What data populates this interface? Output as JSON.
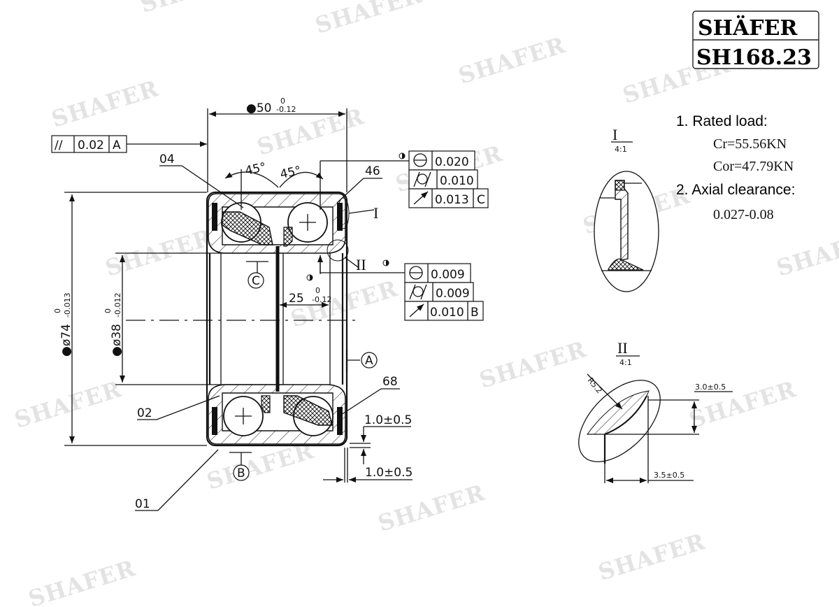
{
  "title_block": {
    "brand": "SHÄFER",
    "part_number": "SH168.23"
  },
  "specs": {
    "rated_load_heading": "1. Rated load:",
    "cr": "Cr=55.56KN",
    "cor": "Cor=47.79KN",
    "axial_heading": "2. Axial clearance:",
    "axial_value": "0.027-0.08"
  },
  "dimensions": {
    "width_main": "●50",
    "width_upper_tol": "0",
    "width_lower_tol": "-0.12",
    "outer_dia": "●ø74",
    "outer_upper_tol": "0",
    "outer_lower_tol": "-0.013",
    "inner_dia": "●ø38",
    "inner_upper_tol": "0",
    "inner_lower_tol": "-0.012",
    "inner_ring_width": "25",
    "inner_ring_upper_tol": "0",
    "inner_ring_lower_tol": "-0.12",
    "angle_left": "45°",
    "angle_right": "45°",
    "seal_offset_1": "1.0±0.5",
    "seal_offset_2": "1.0±0.5"
  },
  "parallelism_frame": {
    "symbol": "//",
    "value": "0.02",
    "datum": "A"
  },
  "tolerance_frame_outer": {
    "rows": [
      {
        "symbol": "roundness",
        "value": "0.020",
        "datum": ""
      },
      {
        "symbol": "cylindricity",
        "value": "0.010",
        "datum": ""
      },
      {
        "symbol": "runout",
        "value": "0.013",
        "datum": "C"
      }
    ]
  },
  "tolerance_frame_inner": {
    "rows": [
      {
        "symbol": "roundness",
        "value": "0.009",
        "datum": ""
      },
      {
        "symbol": "cylindricity",
        "value": "0.009",
        "datum": ""
      },
      {
        "symbol": "runout",
        "value": "0.010",
        "datum": "B"
      }
    ]
  },
  "part_labels": {
    "p04": "04",
    "p46": "46",
    "p02": "02",
    "p68": "68",
    "p01": "01"
  },
  "datums": {
    "a": "A",
    "b": "B",
    "c": "C"
  },
  "detail_refs": {
    "detail_1": "I",
    "detail_2": "II"
  },
  "detail_views": {
    "detail_1": {
      "label": "I",
      "scale": "4:1"
    },
    "detail_2": {
      "label": "II",
      "scale": "4:1",
      "radius": "R5.2",
      "height_dim": "3.0±0.5",
      "width_dim": "3.5±0.5"
    }
  },
  "watermark": "SHAFER"
}
